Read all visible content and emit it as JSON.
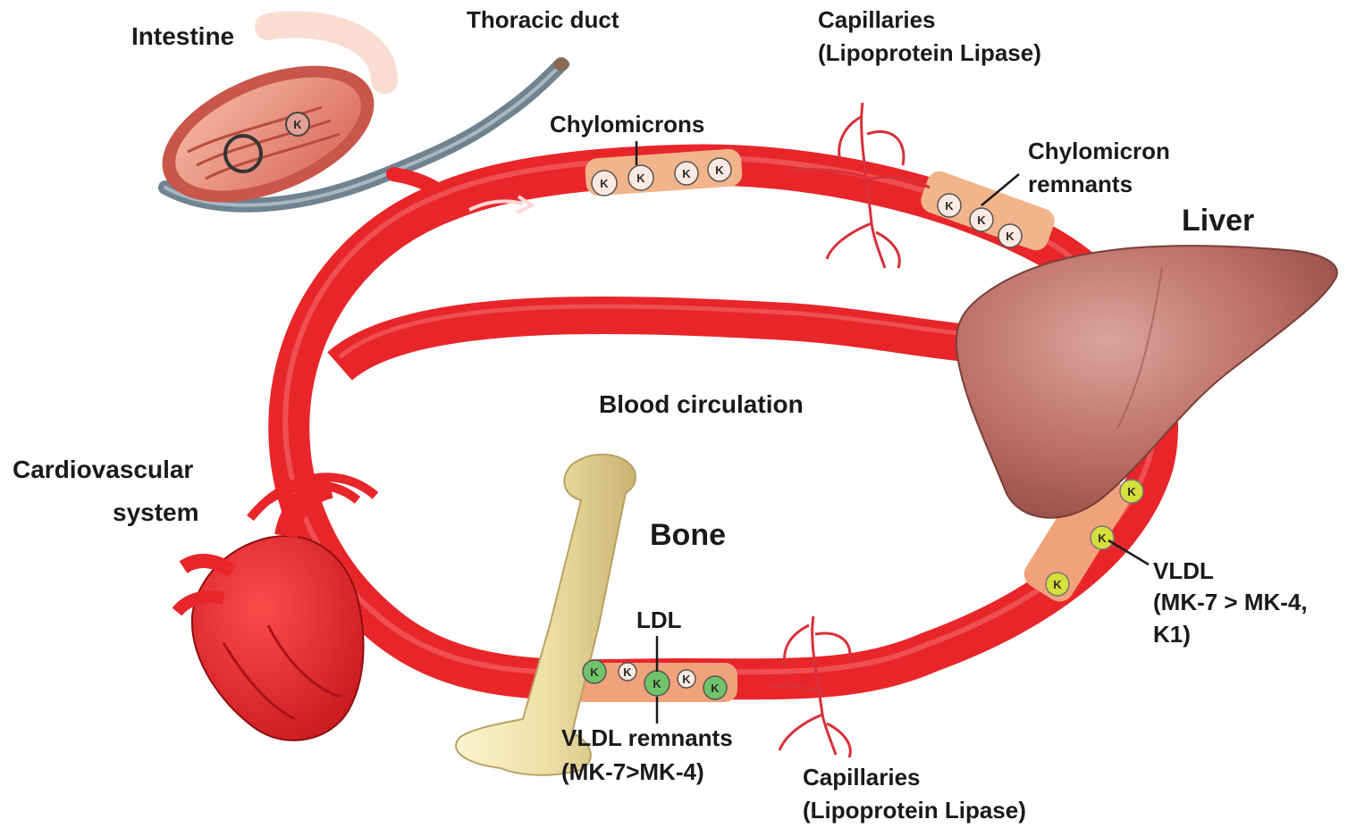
{
  "labels": {
    "intestine": "Intestine",
    "thoracic_duct": "Thoracic duct",
    "capillaries_top_1": "Capillaries",
    "capillaries_top_2": "(Lipoprotein Lipase)",
    "chylomicrons": "Chylomicrons",
    "chylomicron_remnants_1": "Chylomicron",
    "chylomicron_remnants_2": "remnants",
    "liver": "Liver",
    "blood_circulation": "Blood circulation",
    "cardio_1": "Cardiovascular",
    "cardio_2": "system",
    "bone": "Bone",
    "ldl": "LDL",
    "vldl_1": "VLDL",
    "vldl_2": "(MK-7 > MK-4,",
    "vldl_3": "K1)",
    "vldl_remnants_1": "VLDL remnants",
    "vldl_remnants_2": "(MK-7>MK-4)",
    "capillaries_bottom_1": "Capillaries",
    "capillaries_bottom_2": "(Lipoprotein Lipase)"
  },
  "particle_letter": "K",
  "colors": {
    "vessel": "#e8262a",
    "vessel_dark": "#b3161b",
    "vessel_light": "#f46a6a",
    "liver": "#b86a63",
    "bone": "#eee0a6",
    "particle_orange": "#f2b48a",
    "particle_green": "#6fc46a",
    "particle_yellow": "#d7df3a",
    "duct": "#6f8390"
  }
}
